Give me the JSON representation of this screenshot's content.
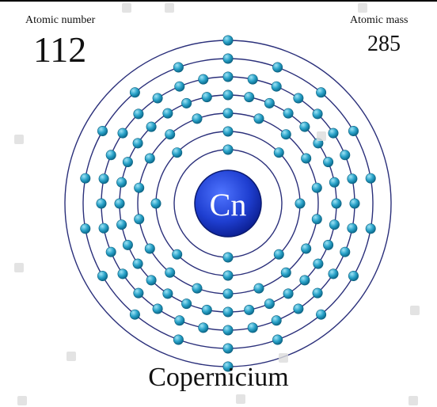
{
  "atomic_number": {
    "label": "Atomic number",
    "value": "112"
  },
  "atomic_mass": {
    "label": "Atomic mass",
    "value": "285"
  },
  "element": {
    "symbol": "Cn",
    "name": "Copernicium"
  },
  "shells": [
    2,
    8,
    18,
    32,
    32,
    18,
    2
  ],
  "colors": {
    "nucleus": "#1f3fd1",
    "nucleus_dark": "#0a1c8c",
    "orbit": "#2a2f7a",
    "electron": "#2aa3c9",
    "electron_dark": "#0c6a8c"
  },
  "icons": [
    "watermark-icon"
  ]
}
